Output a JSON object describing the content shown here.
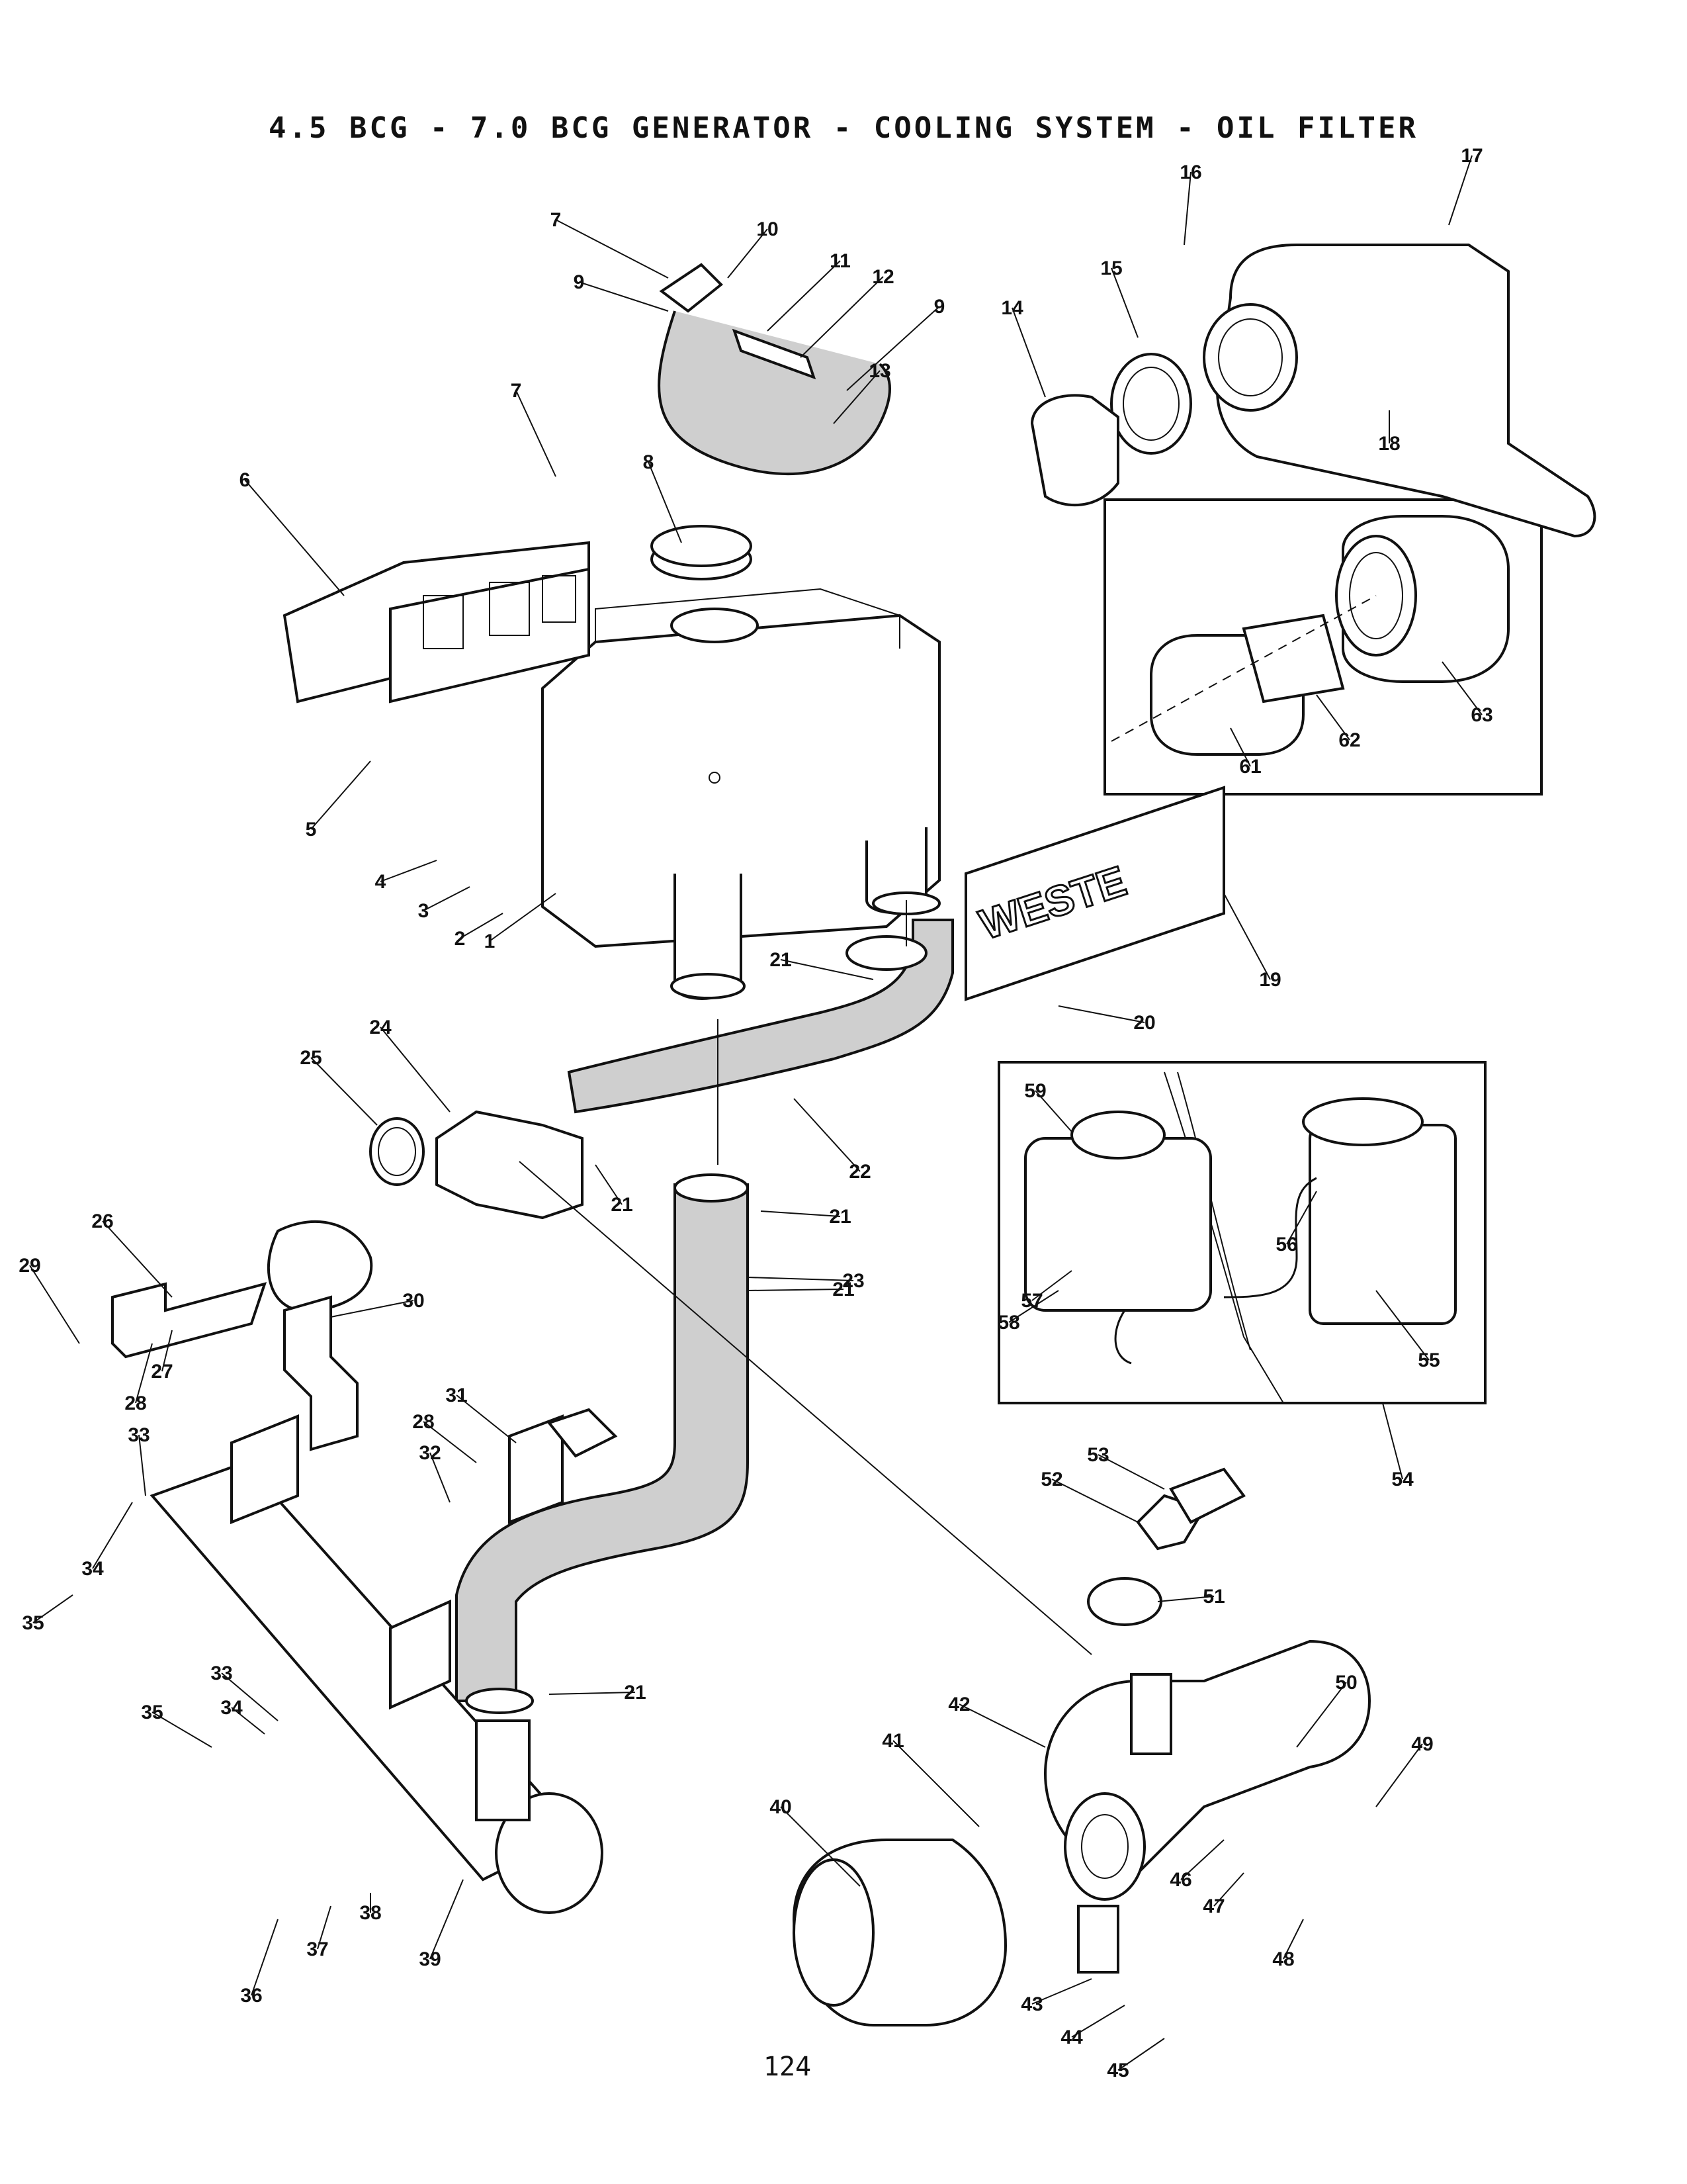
{
  "title": "4.5 BCG - 7.0 BCG GENERATOR - COOLING SYSTEM - OIL FILTER",
  "page_number": "124",
  "nameplate_text": "WESTE",
  "callouts": [
    "1",
    "2",
    "3",
    "4",
    "5",
    "6",
    "7",
    "7",
    "8",
    "9",
    "9",
    "10",
    "11",
    "12",
    "13",
    "14",
    "15",
    "16",
    "17",
    "18",
    "19",
    "20",
    "21",
    "21",
    "21",
    "21",
    "21",
    "22",
    "23",
    "24",
    "25",
    "26",
    "27",
    "28",
    "28",
    "29",
    "30",
    "31",
    "32",
    "33",
    "33",
    "34",
    "34",
    "35",
    "35",
    "36",
    "37",
    "38",
    "39",
    "40",
    "41",
    "42",
    "43",
    "44",
    "45",
    "46",
    "47",
    "48",
    "49",
    "50",
    "51",
    "52",
    "53",
    "54",
    "55",
    "56",
    "57",
    "58",
    "59",
    "61",
    "62",
    "63"
  ]
}
